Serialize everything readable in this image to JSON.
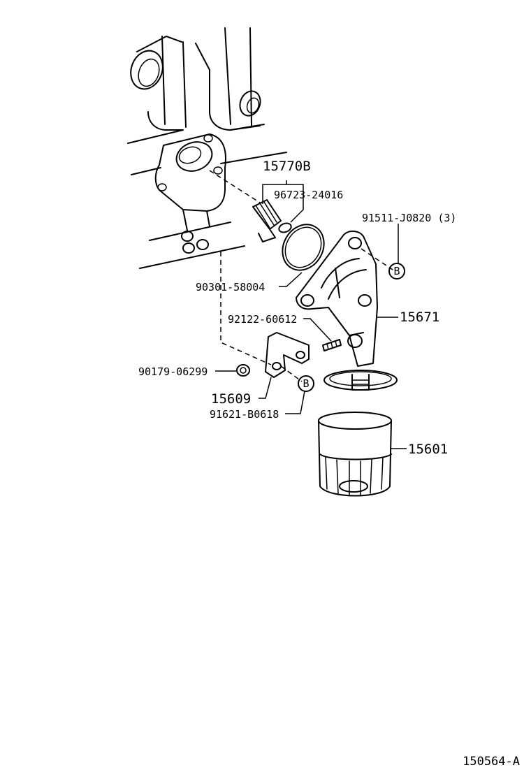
{
  "parts": {
    "p15770B": "15770B",
    "p96723_24016": "96723-24016",
    "p91511_J0820": "91511-J0820 (3)",
    "p90301_58004": "90301-58004",
    "p92122_60612": "92122-60612",
    "p15671": "15671",
    "p90179_06299": "90179-06299",
    "p15609": "15609",
    "p91621_B0618": "91621-B0618",
    "p15601": "15601"
  },
  "callouts": {
    "b_upper": "B",
    "b_lower": "B"
  },
  "diagram_ref": "150564-A"
}
